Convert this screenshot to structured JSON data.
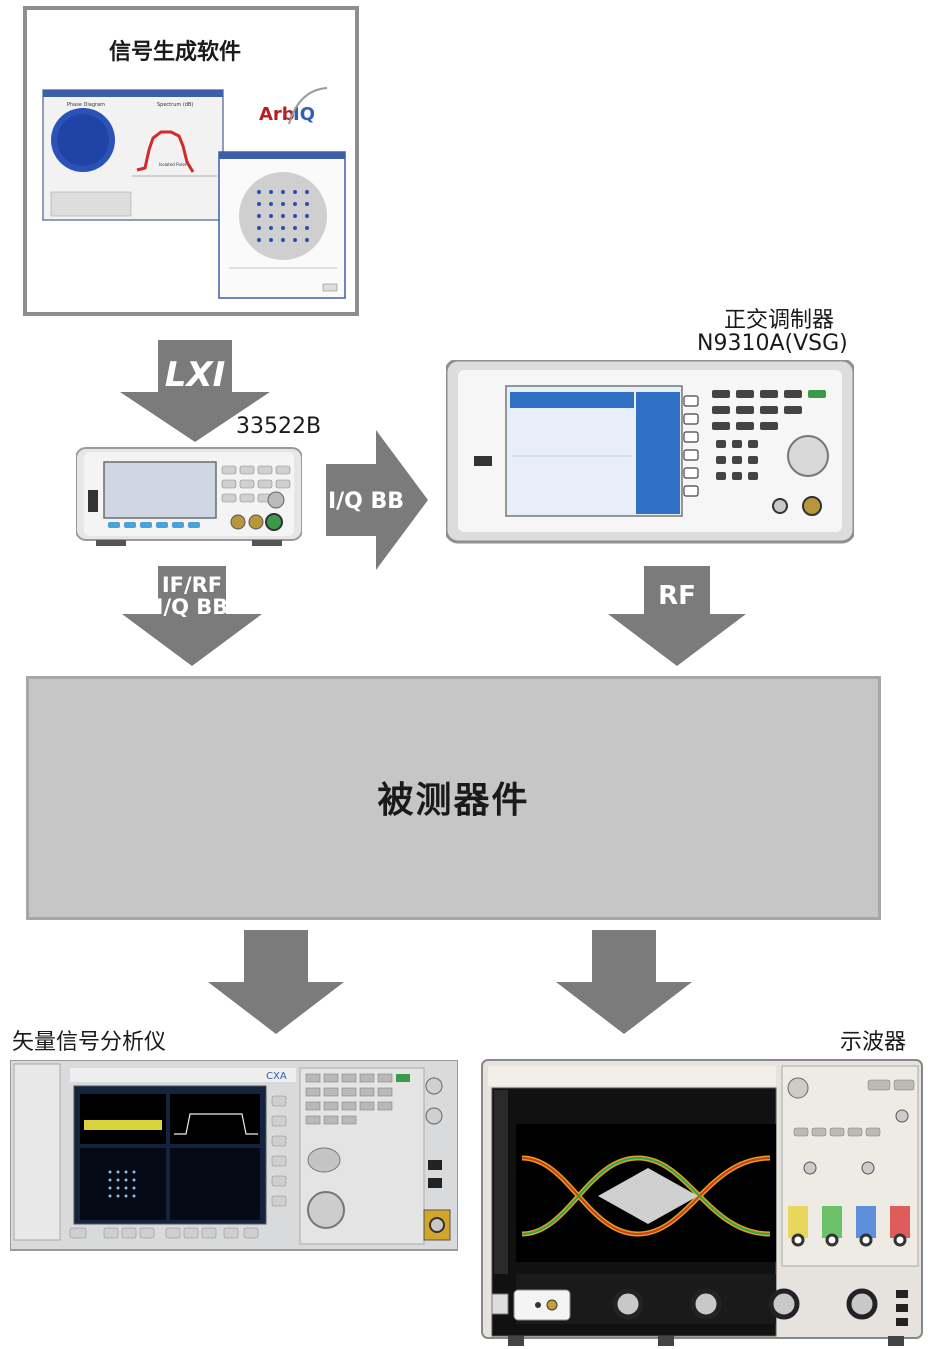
{
  "software": {
    "title": "信号生成软件",
    "window_title_1": "Phase Diagram",
    "window_title_2": "Spectrum (dB)",
    "window_title_3": "Isolated Pulse",
    "logo_text_a": "Arb",
    "logo_text_b": "IQ"
  },
  "instruments": {
    "awg": {
      "model": "33522B"
    },
    "vsg": {
      "name": "正交调制器",
      "model": "N9310A(VSG)"
    },
    "vsa": {
      "name": "矢量信号分析仪",
      "badge": "CXA"
    },
    "scope": {
      "name": "示波器"
    }
  },
  "arrows": {
    "lxi": "LXI",
    "iq_bb_right": "I/Q BB",
    "if_rf_line1": "IF/RF",
    "if_rf_line2": "I/Q BB",
    "rf": "RF"
  },
  "dut": {
    "label": "被测器件"
  },
  "colors": {
    "arrow": "#7b7b7b",
    "dut_fill": "#c6c6c6",
    "frame": "#8e8e8e",
    "screen_blue": "#2f6fc4",
    "scope_screen": "#111111"
  }
}
